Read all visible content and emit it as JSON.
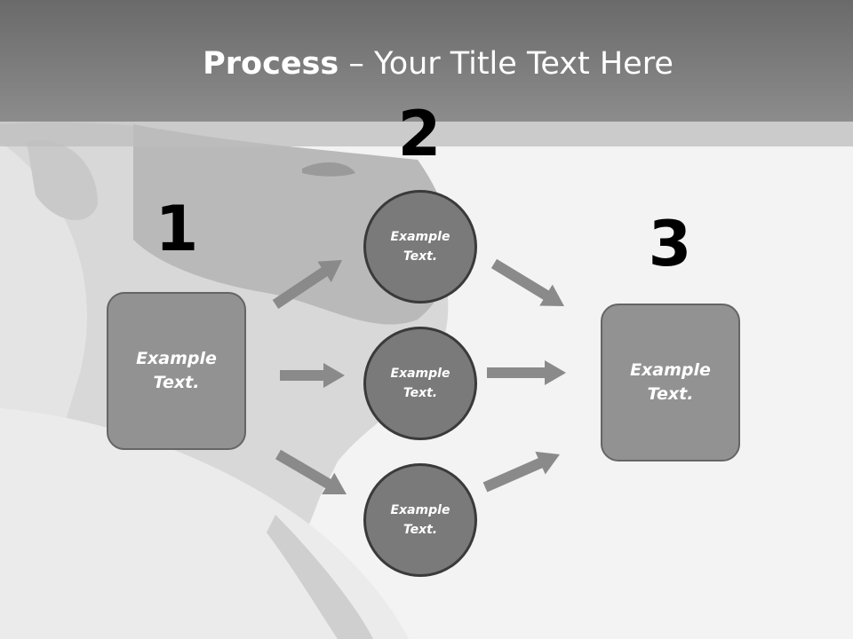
{
  "title": {
    "bold": "Process",
    "rest": " – Your Title Text Here"
  },
  "steps": [
    {
      "number": "1",
      "boxes": [
        "Example\nText."
      ]
    },
    {
      "number": "2",
      "boxes": [
        "Example\nText.",
        "Example\nText.",
        "Example\nText."
      ]
    },
    {
      "number": "3",
      "boxes": [
        "Example\nText."
      ]
    }
  ],
  "colors": {
    "title_bar": "#7b7b7b",
    "box_fill": "#929292",
    "circle_fill": "#7a7a7a",
    "arrow": "#8a8a8a"
  }
}
